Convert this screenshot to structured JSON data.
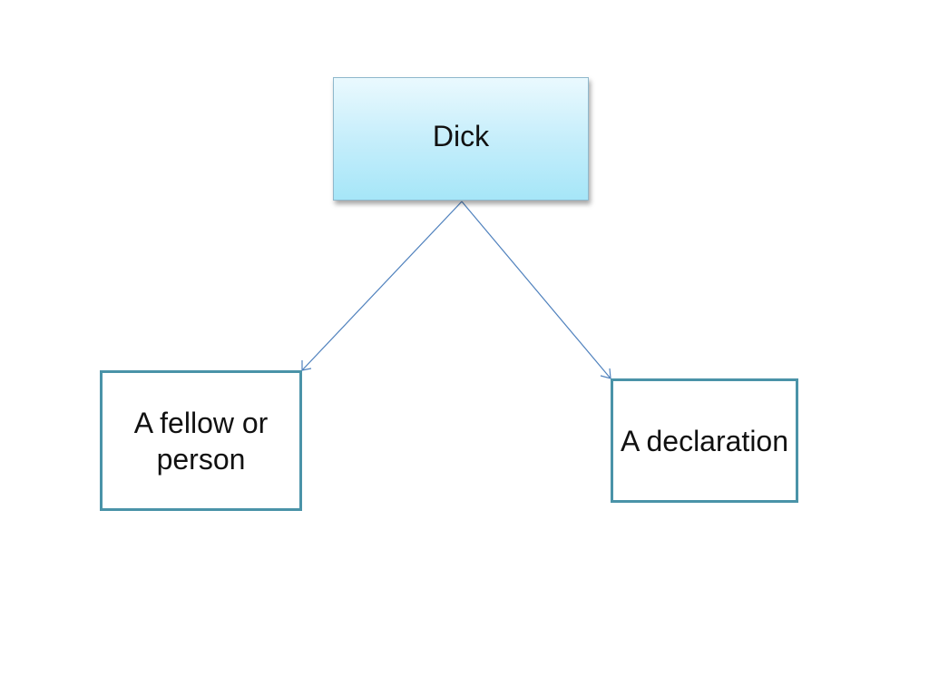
{
  "diagram": {
    "root": {
      "label": "Dick"
    },
    "children": [
      {
        "label": "A fellow or person"
      },
      {
        "label": "A declaration"
      }
    ]
  },
  "colors": {
    "connector": "#4f81bd",
    "child_border": "#4a93a8",
    "root_fill_top": "#eaf9fe",
    "root_fill_bottom": "#a6e6f8"
  }
}
